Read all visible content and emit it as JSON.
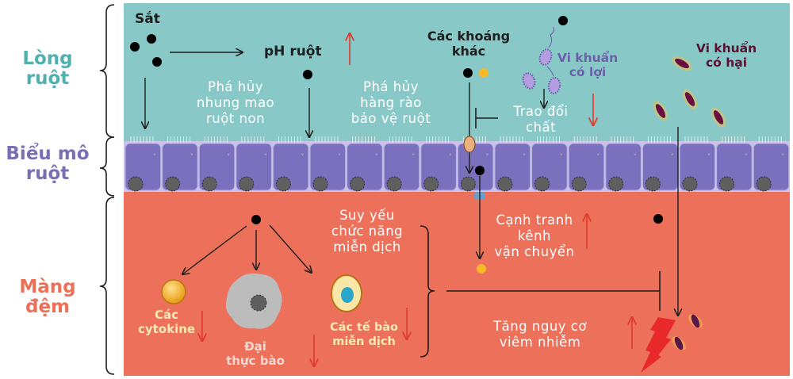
{
  "regions": {
    "lumen": {
      "label_line1": "Lòng",
      "label_line2": "ruột",
      "color": "#4fb0b0",
      "bg": "#88c9c8"
    },
    "epithelium": {
      "label_line1": "Biểu mô",
      "label_line2": "ruột",
      "color": "#7a6fb5",
      "cell_color": "#7b70bd"
    },
    "lamina": {
      "label_line1": "Màng",
      "label_line2": "đệm",
      "color": "#ee6f57",
      "bg": "#ec705a"
    }
  },
  "lumen": {
    "iron": "Sắt",
    "ph": "pH ruột",
    "villi_damage": {
      "line1": "Phá hủy",
      "line2": "nhung mao",
      "line3": "ruột non"
    },
    "barrier_damage": {
      "line1": "Phá hủy",
      "line2": "hàng rào",
      "line3": "bảo vệ ruột"
    },
    "other_minerals": {
      "line1": "Các khoáng",
      "line2": "khác"
    },
    "metabolism": {
      "line1": "Trao đổi",
      "line2": "chất"
    },
    "good_bacteria": {
      "line1": "Vi khuẩn",
      "line2": "có lợi"
    },
    "bad_bacteria": {
      "line1": "Vi khuẩn",
      "line2": "có hại"
    }
  },
  "lamina": {
    "immune_weakening": {
      "line1": "Suy yếu",
      "line2": "chức năng",
      "line3": "miễn dịch"
    },
    "cytokines": {
      "line1": "Các",
      "line2": "cytokine"
    },
    "macrophages": {
      "line1": "Đại",
      "line2": "thực bào"
    },
    "immune_cells": {
      "line1": "Các tế bào",
      "line2": "miễn dịch"
    },
    "transport_competition": {
      "line1": "Cạnh tranh",
      "line2": "kênh",
      "line3": "vận chuyển"
    },
    "infection_risk": {
      "line1": "Tăng nguy cơ",
      "line2": "viêm nhiễm"
    }
  },
  "colors": {
    "increase_arrow": "#e03a2e",
    "decrease_arrow": "#e03a2e",
    "iron_dot": "#000000",
    "mineral_dot": "#f7b82a",
    "bad_bacteria_text": "#5a1030",
    "good_bacteria_text": "#6a5fa8"
  }
}
